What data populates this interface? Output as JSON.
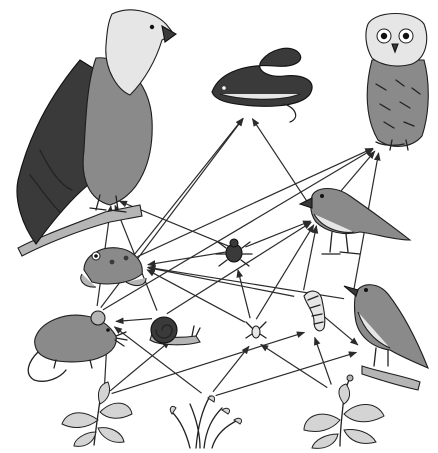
{
  "style": {
    "arrow_color": "#2b2b2b",
    "ink_color": "#1e1e1e",
    "background": "#ffffff"
  },
  "organisms": [
    {
      "id": "hawk",
      "icon": "hawk-icon"
    },
    {
      "id": "snake",
      "icon": "snake-icon"
    },
    {
      "id": "owl",
      "icon": "owl-icon"
    },
    {
      "id": "frog",
      "icon": "frog-icon"
    },
    {
      "id": "spider",
      "icon": "spider-icon"
    },
    {
      "id": "finch",
      "icon": "finch-icon"
    },
    {
      "id": "mouse",
      "icon": "mouse-icon"
    },
    {
      "id": "snail",
      "icon": "snail-icon"
    },
    {
      "id": "insect",
      "icon": "insect-icon"
    },
    {
      "id": "caterpillar",
      "icon": "caterpillar-icon"
    },
    {
      "id": "thrush",
      "icon": "thrush-icon"
    },
    {
      "id": "plant-left",
      "icon": "plant-icon"
    },
    {
      "id": "grass",
      "icon": "grass-icon"
    },
    {
      "id": "plant-right",
      "icon": "plant-icon"
    }
  ],
  "links": [
    {
      "from": "mouse",
      "to": "hawk"
    },
    {
      "from": "snail",
      "to": "hawk"
    },
    {
      "from": "spider",
      "to": "hawk"
    },
    {
      "from": "frog",
      "to": "snake"
    },
    {
      "from": "mouse",
      "to": "snake"
    },
    {
      "from": "finch",
      "to": "snake"
    },
    {
      "from": "mouse",
      "to": "owl"
    },
    {
      "from": "frog",
      "to": "owl"
    },
    {
      "from": "finch",
      "to": "owl"
    },
    {
      "from": "thrush",
      "to": "owl"
    },
    {
      "from": "spider",
      "to": "frog"
    },
    {
      "from": "caterpillar",
      "to": "frog"
    },
    {
      "from": "insect",
      "to": "frog"
    },
    {
      "from": "thrush",
      "to": "frog"
    },
    {
      "from": "caterpillar",
      "to": "finch"
    },
    {
      "from": "insect",
      "to": "finch"
    },
    {
      "from": "snail",
      "to": "finch"
    },
    {
      "from": "spider",
      "to": "finch"
    },
    {
      "from": "insect",
      "to": "spider"
    },
    {
      "from": "plant-left",
      "to": "mouse"
    },
    {
      "from": "grass",
      "to": "mouse"
    },
    {
      "from": "plant-left",
      "to": "snail"
    },
    {
      "from": "plant-right",
      "to": "insect"
    },
    {
      "from": "plant-right",
      "to": "caterpillar"
    },
    {
      "from": "plant-left",
      "to": "caterpillar"
    },
    {
      "from": "grass",
      "to": "insect"
    },
    {
      "from": "grass",
      "to": "thrush"
    },
    {
      "from": "caterpillar",
      "to": "thrush"
    },
    {
      "from": "snail",
      "to": "mouse"
    }
  ]
}
